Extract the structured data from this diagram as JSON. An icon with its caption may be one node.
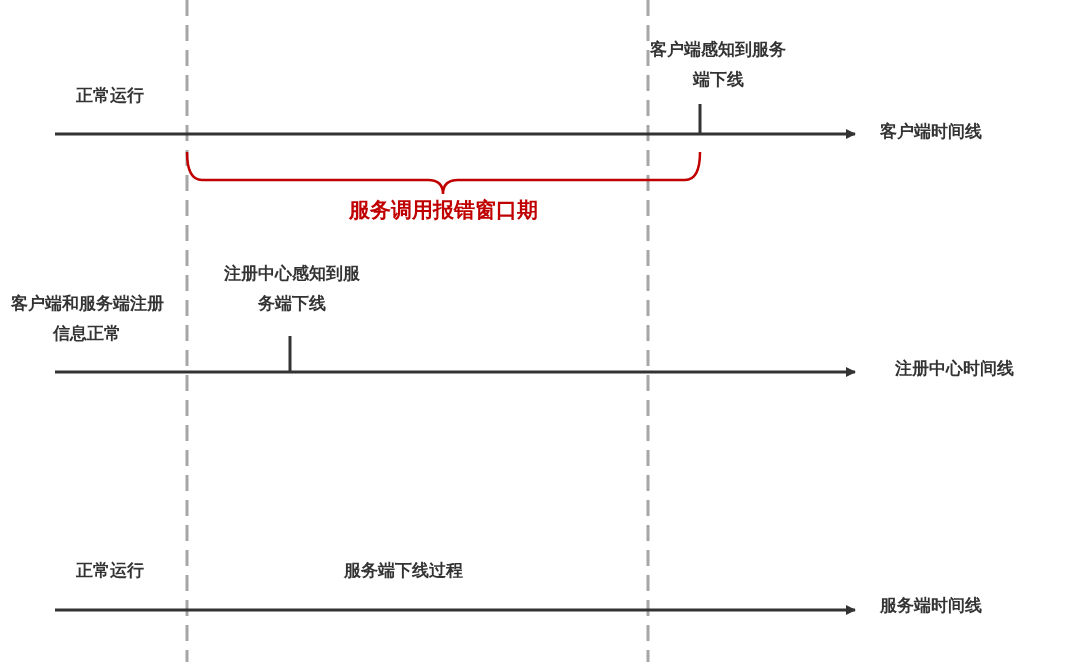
{
  "diagram": {
    "labels": [
      "客户端感知到服务端下线",
      "正常运行",
      "客户端时间线",
      "服务调用报错窗口期",
      "注册中心感知到服务端下线",
      "客户端和服务端注册信息正常",
      "注册中心时间线",
      "正常运行",
      "服务端下线过程",
      "服务端时间线"
    ]
  }
}
